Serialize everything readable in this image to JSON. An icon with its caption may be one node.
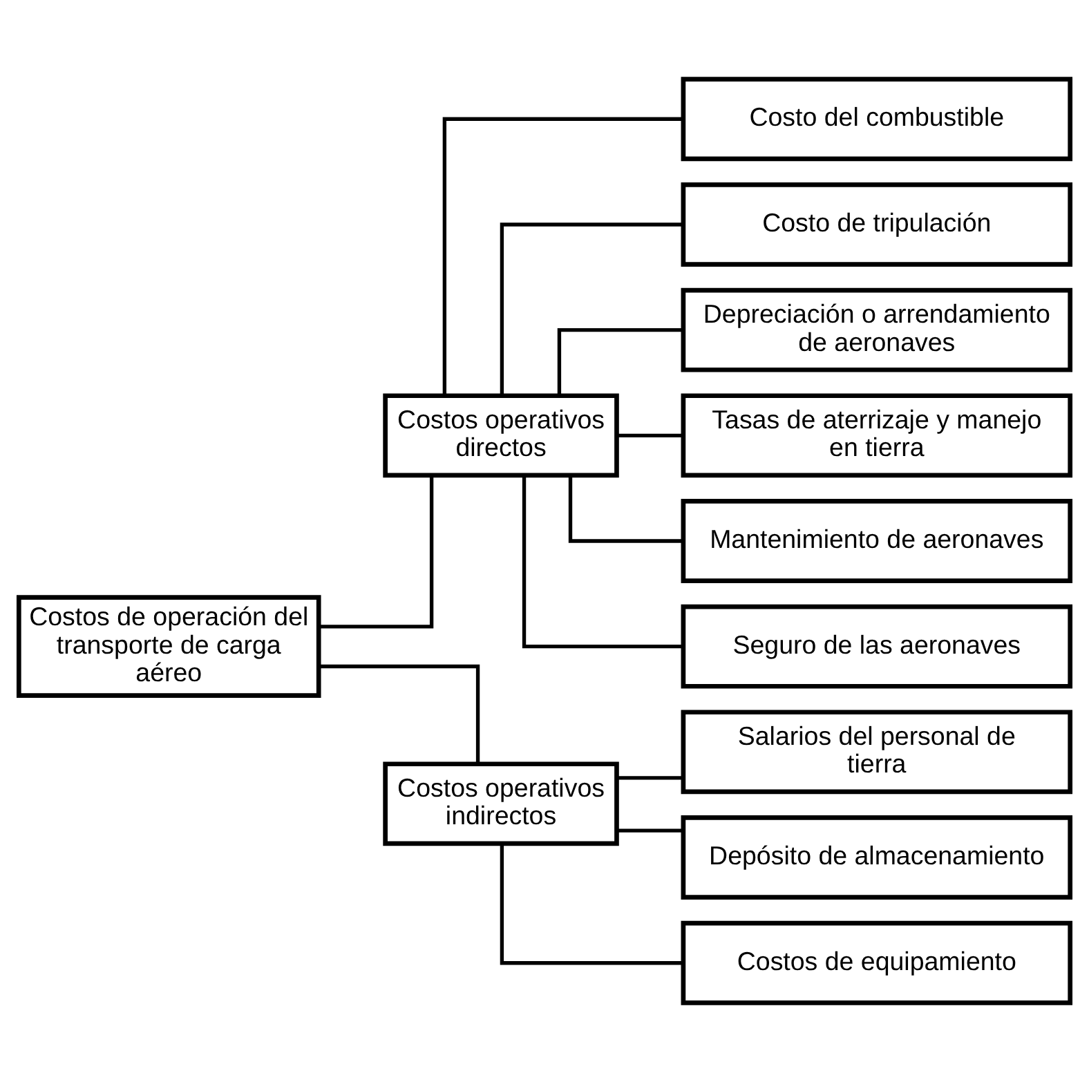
{
  "diagram": {
    "nodes": [
      {
        "text": [
          "Costos de operación del transporte de carga aéreo"
        ]
      },
      {
        "text": [
          "Costos operativos directos"
        ]
      },
      {
        "text": [
          "Costos operativos indirectos"
        ]
      },
      {
        "text": [
          "Costo del combustible"
        ]
      },
      {
        "text": [
          "Costo de tripulación"
        ]
      },
      {
        "text": [
          "Depreciación o arrendamiento de aeronaves"
        ]
      },
      {
        "text": [
          "Tasas de aterrizaje y manejo en tierra"
        ]
      },
      {
        "text": [
          "Mantenimiento de aeronaves"
        ]
      },
      {
        "text": [
          "Seguro de las aeronaves"
        ]
      },
      {
        "text": [
          "Salarios del personal de tierra"
        ]
      },
      {
        "text": [
          "Depósito de almacenamiento"
        ]
      },
      {
        "text": [
          "Costos de equipamiento"
        ]
      }
    ],
    "edges": [
      {
        "from": 0,
        "to": 1,
        "arrow": "none"
      },
      {
        "from": 0,
        "to": 2,
        "arrow": "none"
      },
      {
        "from": 1,
        "to": 3,
        "arrow": "none"
      },
      {
        "from": 1,
        "to": 4,
        "arrow": "none"
      },
      {
        "from": 1,
        "to": 5,
        "arrow": "none"
      },
      {
        "from": 1,
        "to": 6,
        "arrow": "none"
      },
      {
        "from": 1,
        "to": 7,
        "arrow": "none"
      },
      {
        "from": 1,
        "to": 8,
        "arrow": "none"
      },
      {
        "from": 2,
        "to": 9,
        "arrow": "none"
      },
      {
        "from": 2,
        "to": 10,
        "arrow": "none"
      },
      {
        "from": 2,
        "to": 11,
        "arrow": "none"
      }
    ]
  }
}
